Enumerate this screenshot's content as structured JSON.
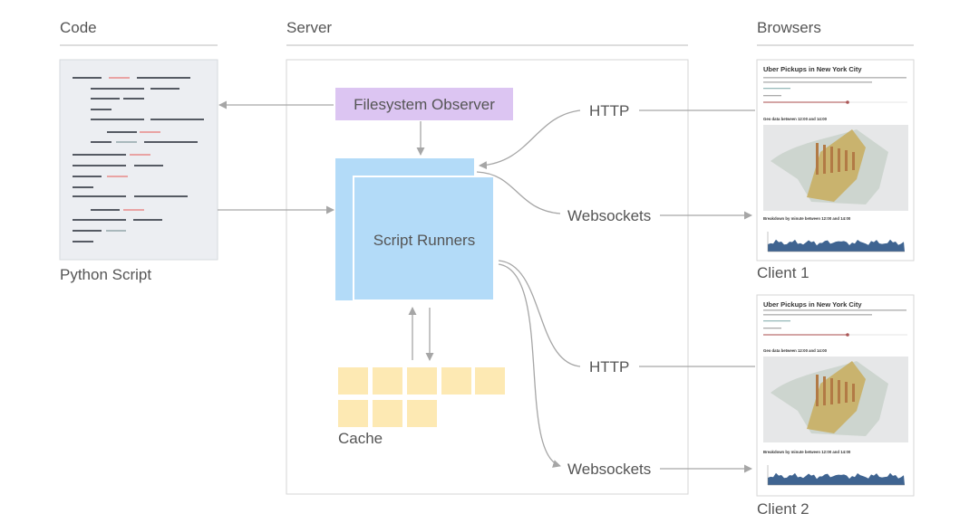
{
  "headers": {
    "code": "Code",
    "server": "Server",
    "browsers": "Browsers"
  },
  "code": {
    "caption": "Python Script"
  },
  "server": {
    "observer": "Filesystem Observer",
    "runners": "Script Runners",
    "cache": "Cache",
    "http_1": "HTTP",
    "websockets_1": "Websockets",
    "http_2": "HTTP",
    "websockets_2": "Websockets"
  },
  "clients": [
    {
      "caption": "Client 1",
      "app_title": "Uber Pickups in New York City",
      "map_heading": "Geo data between 12:00 and 14:00",
      "chart_heading": "Breakdown by minute between 12:00 and 14:00"
    },
    {
      "caption": "Client 2",
      "app_title": "Uber Pickups in New York City",
      "map_heading": "Geo data between 12:00 and 14:00",
      "chart_heading": "Breakdown by minute between 12:00 and 14:00"
    }
  ],
  "colors": {
    "observer": "#dcc5f2",
    "runners": "#b3dbf8",
    "cache": "#fde9b3",
    "code_bg": "#eceef2",
    "code_dark": "#555a63",
    "code_pink": "#e9a3a3",
    "code_gray": "#a9b8bc",
    "chart_fill": "#3f6491"
  }
}
